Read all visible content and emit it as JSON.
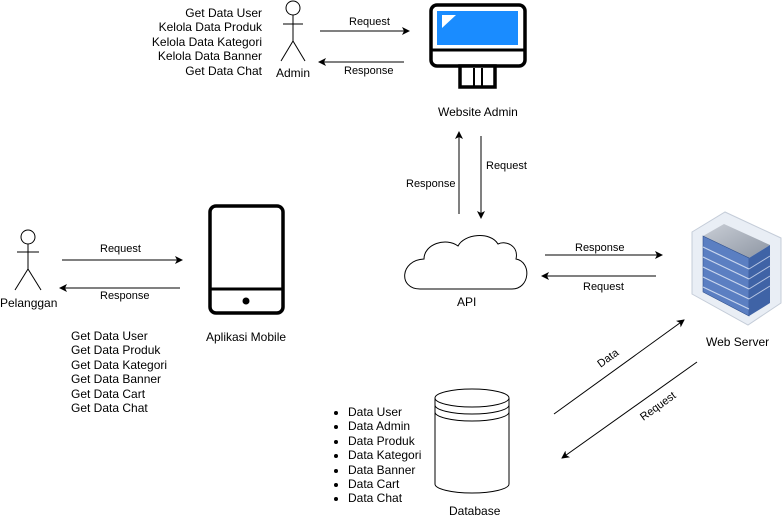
{
  "admin": {
    "label": "Admin",
    "features": [
      "Get Data User",
      "Kelola Data Produk",
      "Kelola Data Kategori",
      "Kelola Data Banner",
      "Get Data Chat"
    ]
  },
  "website_admin": {
    "label": "Website Admin"
  },
  "pelanggan": {
    "label": "Pelanggan",
    "features": [
      "Get Data User",
      "Get Data Produk",
      "Get Data Kategori",
      "Get Data Banner",
      "Get Data Cart",
      "Get Data Chat"
    ]
  },
  "mobile": {
    "label": "Aplikasi Mobile"
  },
  "api": {
    "label": "API"
  },
  "web_server": {
    "label": "Web Server"
  },
  "database": {
    "label": "Database",
    "items": [
      "Data User",
      "Data Admin",
      "Data Produk",
      "Data Kategori",
      "Data Banner",
      "Data Cart",
      "Data Chat"
    ]
  },
  "edges": {
    "admin_request": "Request",
    "admin_response": "Response",
    "web_request": "Request",
    "web_response": "Response",
    "mobile_request": "Request",
    "mobile_response": "Response",
    "server_response": "Response",
    "server_request": "Request",
    "db_data": "Data",
    "db_request": "Request"
  }
}
